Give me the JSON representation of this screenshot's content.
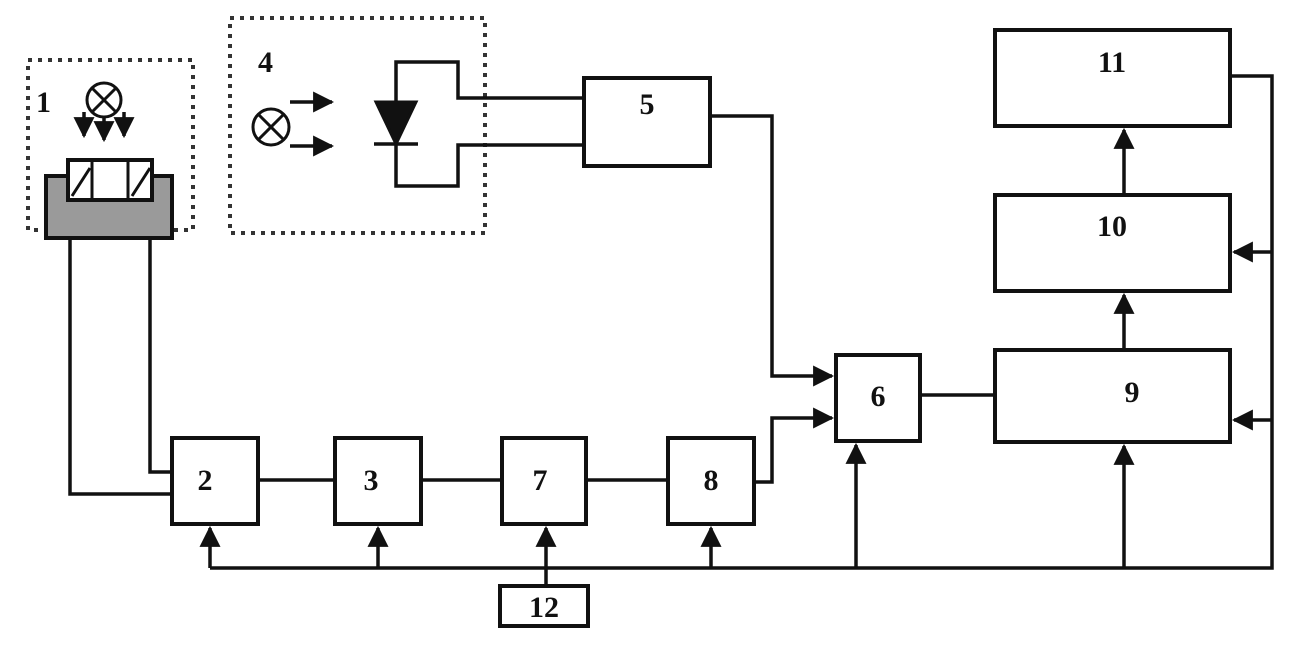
{
  "blocks": {
    "b1": "1",
    "b2": "2",
    "b3": "3",
    "b4": "4",
    "b5": "5",
    "b6": "6",
    "b7": "7",
    "b8": "8",
    "b9": "9",
    "b10": "10",
    "b11": "11",
    "b12": "12"
  },
  "icons": {
    "lamp": "lamp-icon",
    "photodiode": "photodiode-icon",
    "sample": "sample-cell-icon"
  }
}
